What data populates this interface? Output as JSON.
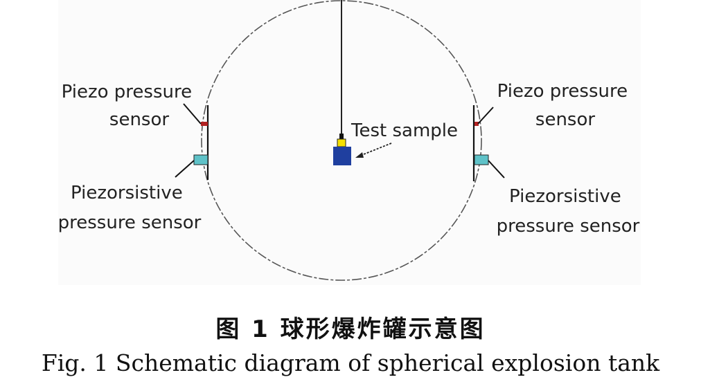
{
  "labels": {
    "sensor_piezo_left": [
      "Piezo pressure",
      "sensor"
    ],
    "sensor_piezo_right": [
      "Piezo pressure",
      "sensor"
    ],
    "sensor_piezoresistive_left": [
      "Piezorsistive",
      "pressure sensor"
    ],
    "sensor_piezoresistive_right": [
      "Piezorsistive",
      "pressure sensor"
    ],
    "test_sample": "Test sample"
  },
  "caption": {
    "chinese": "图 1   球形爆炸罐示意图",
    "english": "Fig. 1   Schematic diagram of spherical explosion tank"
  },
  "colors": {
    "tank_outline": "#555555",
    "piezo_sensor": "#b22222",
    "piezoresistive_sensor": "#5fc2c8",
    "sample_body": "#1f3f9f",
    "sample_fuse": "#f5e000",
    "panel_background": "#fbfbfb"
  }
}
